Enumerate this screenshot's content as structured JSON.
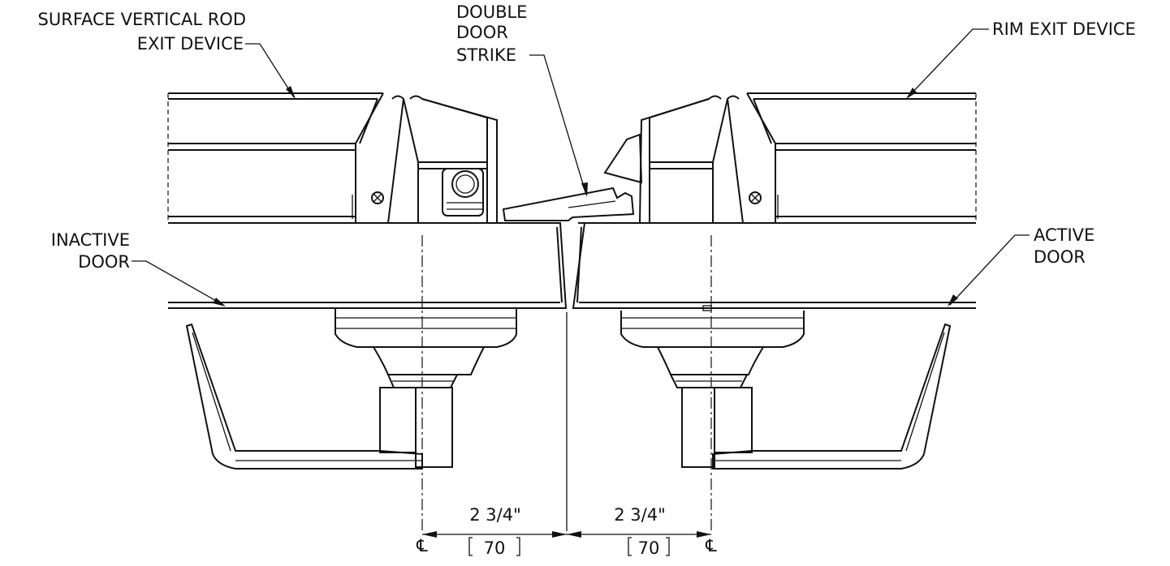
{
  "labels": {
    "surface_vertical_rod_line1": "SURFACE VERTICAL ROD",
    "surface_vertical_rod_line2": "EXIT DEVICE",
    "double_door_line1": "DOUBLE",
    "double_door_line2": "DOOR",
    "double_door_line3": "STRIKE",
    "rim_exit_device": "RIM EXIT DEVICE",
    "inactive_door_line1": "INACTIVE",
    "inactive_door_line2": "DOOR",
    "active_door_line1": "ACTIVE",
    "active_door_line2": "DOOR"
  },
  "dimensions": {
    "left_imperial": "2 3/4\"",
    "left_metric": "70",
    "right_imperial": "2 3/4\"",
    "right_metric": "70"
  },
  "centerline_symbol": "℄"
}
